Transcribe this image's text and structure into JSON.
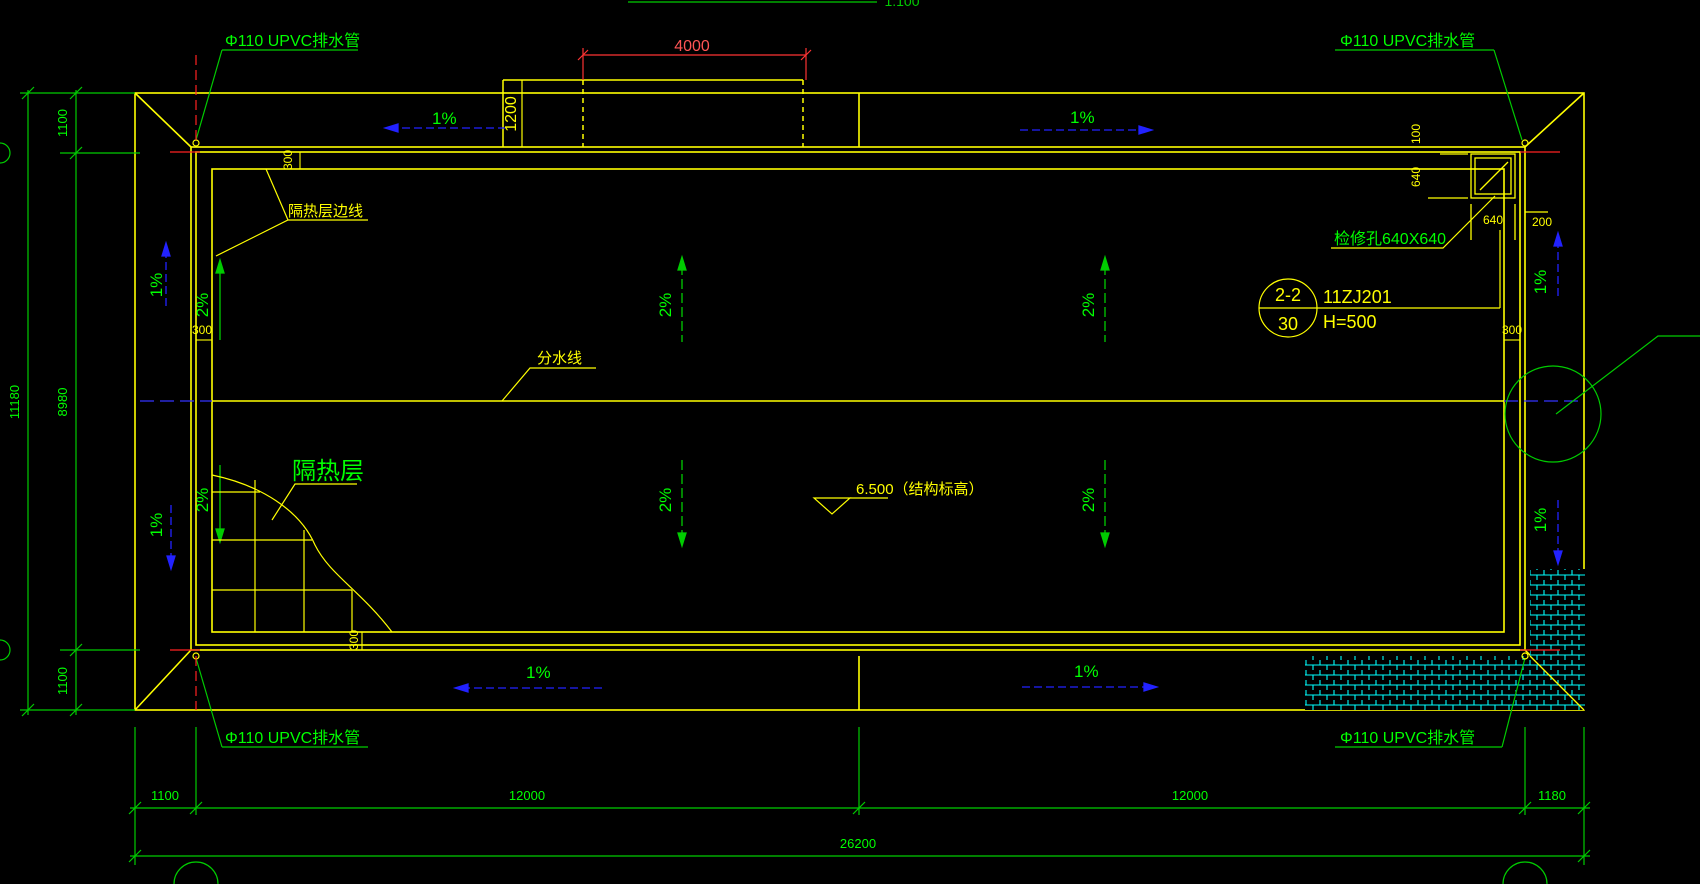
{
  "colors": {
    "background": "#000000",
    "outline": "#ffff00",
    "dimension": "#00cc00",
    "label": "#00ff00",
    "slope_arrow": "#0000ff",
    "axis_center": "#0000ff",
    "axis_mark": "#ff0000",
    "hatch": "#00ffff",
    "hatch_line": "#00ff00",
    "red_dim": "#ff3333"
  },
  "top_cut_label": "1.100",
  "drain_pipe_label": "Φ110 UPVC排水管",
  "opening_width": "4000",
  "opening_depth": "1200",
  "slope_1pct": "1%",
  "slope_2pct": "2%",
  "insulation_edge_label": "隔热层边线",
  "insulation_label": "隔热层",
  "watershed_label": "分水线",
  "elevation_label": "6.500（结构标高）",
  "access_hatch_label": "检修孔640X640",
  "access_dims": {
    "d100": "100",
    "d640": "640",
    "d200": "200"
  },
  "offset_300": "300",
  "detail_ref": {
    "top": "2-2",
    "bottom": "30",
    "code": "11ZJ201",
    "height": "H=500"
  },
  "left_dims": {
    "overall": "11180",
    "inner": "8980",
    "edge_top": "1100",
    "edge_bottom": "1100"
  },
  "bottom_dims": {
    "left_edge": "1100",
    "bay_1": "12000",
    "bay_2": "12000",
    "right_edge": "1180",
    "overall": "26200"
  }
}
